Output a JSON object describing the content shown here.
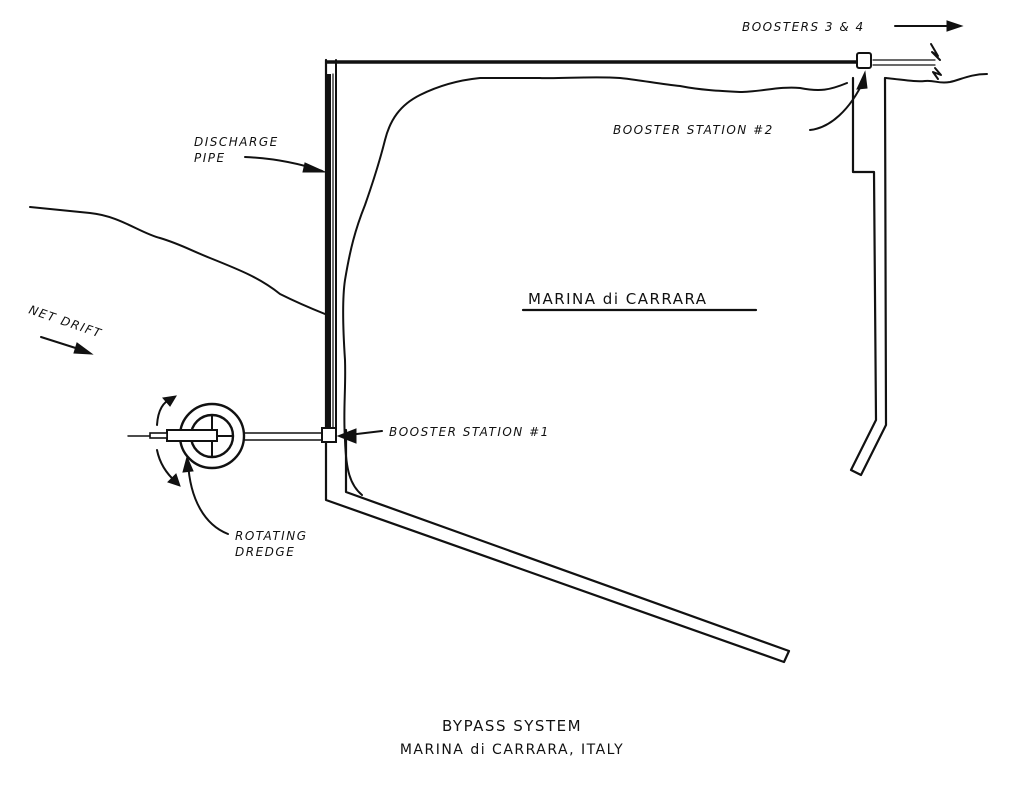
{
  "diagram": {
    "title": "BYPASS SYSTEM",
    "subtitle": "MARINA di CARRARA, ITALY",
    "labels": {
      "boosters_3_4": "BOOSTERS 3 & 4",
      "booster_station_2": "BOOSTER STATION #2",
      "booster_station_1": "BOOSTER STATION #1",
      "discharge_pipe_line1": "DISCHARGE",
      "discharge_pipe_line2": "PIPE",
      "net_drift": "NET DRIFT",
      "marina_name": "MARINA di CARRARA",
      "rotating_dredge_line1": "ROTATING",
      "rotating_dredge_line2": "DREDGE"
    },
    "colors": {
      "ink": "#111111",
      "paper": "#ffffff"
    }
  }
}
